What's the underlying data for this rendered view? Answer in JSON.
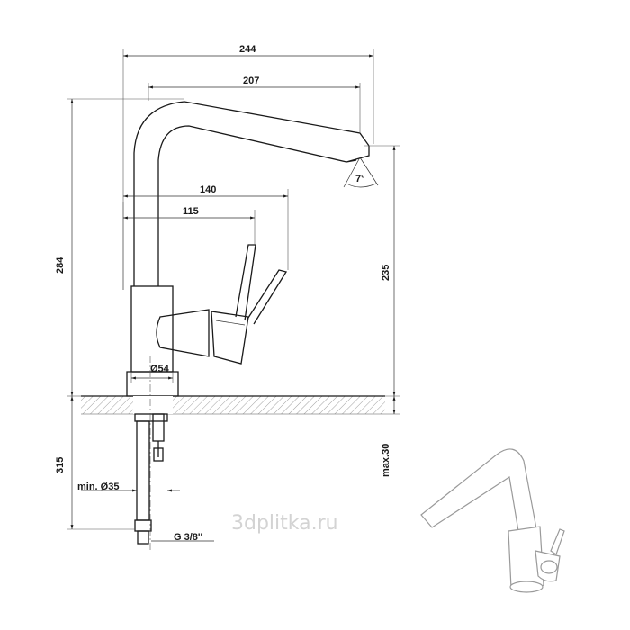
{
  "dimensions": {
    "width_total": "244",
    "width_spout": "207",
    "width_lever": "140",
    "width_lever_inner": "115",
    "spout_angle": "7°",
    "height_spout": "235",
    "height_total": "284",
    "body_diameter": "Ø54",
    "below_counter": "315",
    "hole_min": "min. Ø35",
    "max_thickness": "max.30",
    "thread": "G 3/8''"
  },
  "watermark": "3dplitka.ru",
  "colors": {
    "line": "#1a1a1a",
    "watermark": "#d3d3d3",
    "photo_outline": "#9a9a9a"
  }
}
